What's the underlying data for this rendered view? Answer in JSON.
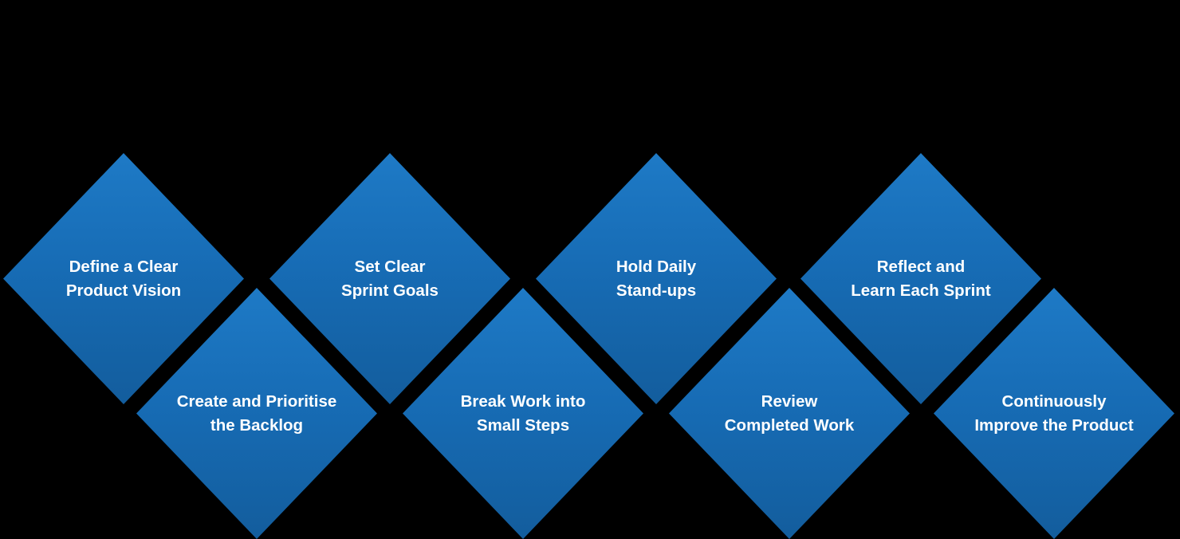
{
  "canvas": {
    "background_color": "#000000"
  },
  "diamond_style": {
    "gradient_top": "#1e7ac6",
    "gradient_mid": "#176cb5",
    "gradient_bottom": "#135d9d",
    "text_color": "#ffffff",
    "edge_halo_color": "#878787"
  },
  "diamonds": [
    {
      "id": "define-product-vision",
      "line1": "Define a Clear",
      "line2": "Product Vision",
      "row": "top"
    },
    {
      "id": "create-prioritise-backlog",
      "line1": "Create and Prioritise",
      "line2": "the Backlog",
      "row": "bottom"
    },
    {
      "id": "set-sprint-goals",
      "line1": "Set Clear",
      "line2": "Sprint Goals",
      "row": "top"
    },
    {
      "id": "break-work-small-steps",
      "line1": "Break Work into",
      "line2": "Small Steps",
      "row": "bottom"
    },
    {
      "id": "hold-daily-standups",
      "line1": "Hold Daily",
      "line2": "Stand-ups",
      "row": "top"
    },
    {
      "id": "review-completed-work",
      "line1": "Review",
      "line2": "Completed Work",
      "row": "bottom"
    },
    {
      "id": "reflect-learn-each-sprint",
      "line1": "Reflect and",
      "line2": "Learn Each Sprint",
      "row": "top"
    },
    {
      "id": "continuously-improve-product",
      "line1": "Continuously",
      "line2": "Improve the Product",
      "row": "bottom"
    }
  ]
}
